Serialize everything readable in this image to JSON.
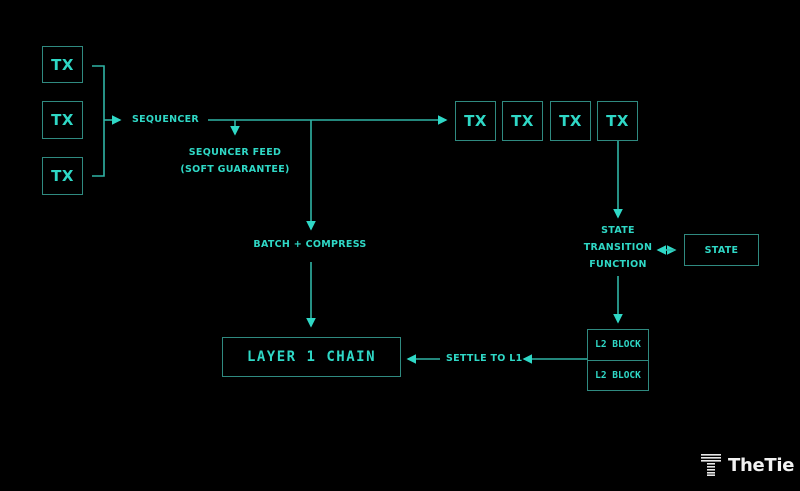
{
  "colors": {
    "background": "#000000",
    "accent": "#2fd8c6",
    "line": "#2fb4a6",
    "box_border": "#2f8a80",
    "brand_text": "#f2f2f2"
  },
  "input_txs": [
    "TX",
    "TX",
    "TX"
  ],
  "sequencer": {
    "label": "SEQUENCER"
  },
  "feed": {
    "line1": "SEQUNCER FEED",
    "line2": "(SOFT GUARANTEE)"
  },
  "batch": {
    "label": "BATCH + COMPRESS"
  },
  "ordered_txs": [
    "TX",
    "TX",
    "TX",
    "TX"
  ],
  "stf": {
    "line1": "STATE",
    "line2": "TRANSITION",
    "line3": "FUNCTION"
  },
  "state": {
    "label": "STATE"
  },
  "l2_blocks": [
    "L2 BLOCK",
    "L2 BLOCK"
  ],
  "settle": {
    "label": "SETTLE TO L1"
  },
  "layer1": {
    "label": "LAYER 1 CHAIN"
  },
  "brand": {
    "name": "TheTie",
    "icon": "thetie-logo-icon"
  }
}
